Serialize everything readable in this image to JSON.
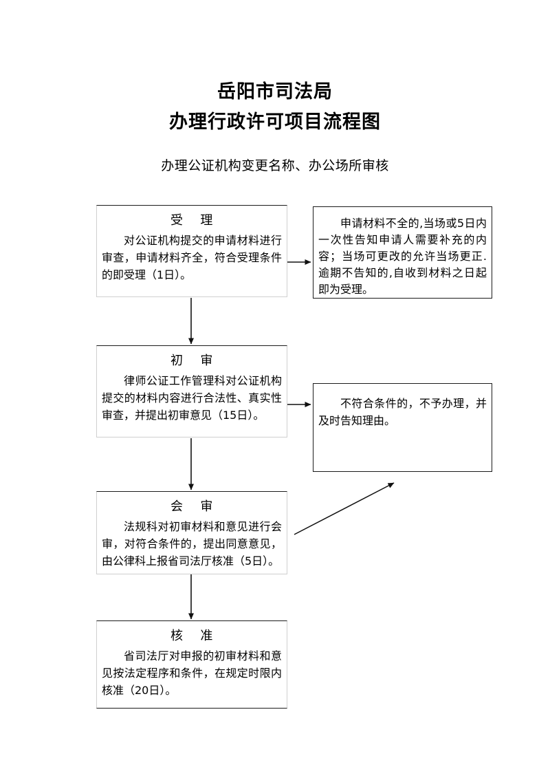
{
  "document": {
    "title_line_1": "岳阳市司法局",
    "title_line_2": "办理行政许可项目流程图",
    "subtitle": "办理公证机构变更名称、办公场所审核"
  },
  "flow": {
    "nodes": [
      {
        "id": "acceptance",
        "header": "受    理",
        "body": "对公证机构提交的申请材料进行审查，申请材料齐全，符合受理条件的即受理（1日）。",
        "duration": "1日"
      },
      {
        "id": "acceptance-note",
        "header": "",
        "body": "申请材料不全的,当场或5日内一次性告知申请人需要补充的内容；当场可更改的允许当场更正.逾期不告知的,自收到材料之日起即为受理。",
        "duration": "5日"
      },
      {
        "id": "preliminary-review",
        "header": "初    审",
        "body": "律师公证工作管理科对公证机构提交的材料内容进行合法性、真实性审查，并提出初审意见（15日）。",
        "duration": "15日"
      },
      {
        "id": "rejection-note",
        "header": "",
        "body": "不符合条件的，不予办理，并及时告知理由。",
        "duration": ""
      },
      {
        "id": "joint-review",
        "header": "会    审",
        "body": "法规科对初审材料和意见进行会审，对符合条件的，提出同意意见，由公律科上报省司法厅核准（5日）。",
        "duration": "5日"
      },
      {
        "id": "approval",
        "header": "核    准",
        "body": "省司法厅对申报的初审材料和意见按法定程序和条件，在规定时限内核准（20日）。",
        "duration": "20日"
      }
    ],
    "connectors": [
      {
        "id": "acceptance-to-note",
        "from": "acceptance",
        "to": "acceptance-note",
        "direction": "right"
      },
      {
        "id": "acceptance-to-preliminary",
        "from": "acceptance",
        "to": "preliminary-review",
        "direction": "down"
      },
      {
        "id": "preliminary-to-rejection",
        "from": "preliminary-review",
        "to": "rejection-note",
        "direction": "right"
      },
      {
        "id": "preliminary-to-joint",
        "from": "preliminary-review",
        "to": "joint-review",
        "direction": "down"
      },
      {
        "id": "joint-to-rejection",
        "from": "joint-review",
        "to": "rejection-note",
        "direction": "diagonal-up-right"
      },
      {
        "id": "joint-to-approval",
        "from": "joint-review",
        "to": "approval",
        "direction": "down"
      }
    ]
  },
  "colors": {
    "ink": "#1a1a1a",
    "border_light": "#cfcfcf",
    "background": "#ffffff"
  }
}
